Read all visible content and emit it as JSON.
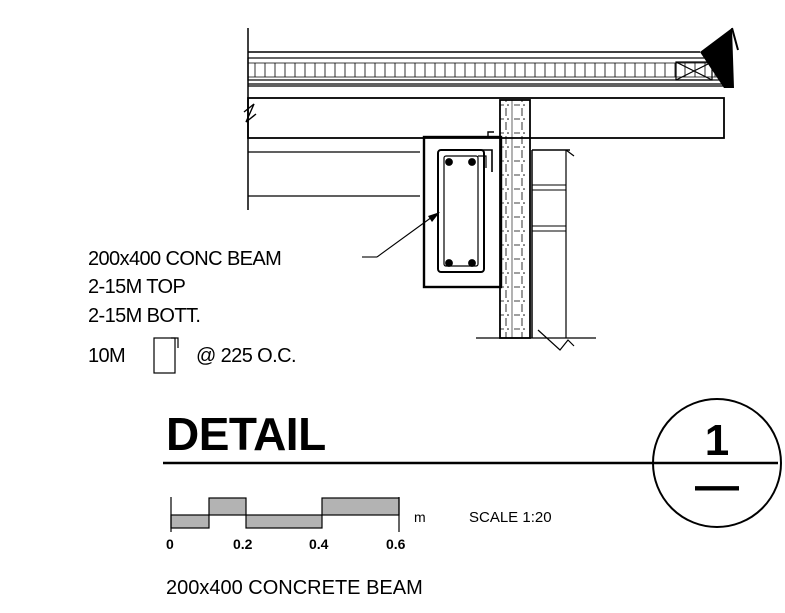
{
  "callout": {
    "beam": "200x400 CONC BEAM",
    "top_bars": "2-15M TOP",
    "bottom_bars": "2-15M BOTT.",
    "stirrup_size": "10M",
    "stirrup_spacing": "@ 225 O.C."
  },
  "title_block": {
    "title": "DETAIL",
    "detail_number": "1",
    "sheet_reference": "—"
  },
  "scale_bar": {
    "ticks": [
      "0",
      "0.2",
      "0.4",
      "0.6"
    ],
    "unit": "m",
    "scale_text": "SCALE 1:20"
  },
  "caption": "200x400 CONCRETE BEAM",
  "colors": {
    "line": "#000000",
    "scale_fill": "#b3b3b3",
    "background": "#ffffff"
  }
}
